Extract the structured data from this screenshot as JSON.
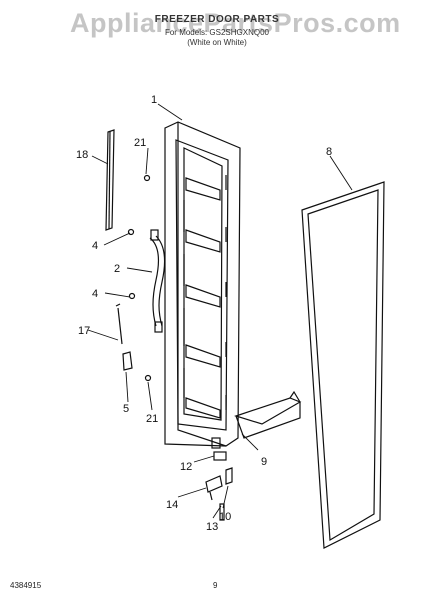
{
  "watermark": "AppliancePartsPros.com",
  "title": "FREEZER DOOR PARTS",
  "subtitle_model": "For Models: GS2SHGXNQ00",
  "subtitle_color": "(White on White)",
  "footer": {
    "code": "4384915",
    "page": "9"
  },
  "callouts": [
    {
      "id": "1",
      "label": "1"
    },
    {
      "id": "2",
      "label": "2"
    },
    {
      "id": "4a",
      "label": "4"
    },
    {
      "id": "4b",
      "label": "4"
    },
    {
      "id": "5",
      "label": "5"
    },
    {
      "id": "8",
      "label": "8"
    },
    {
      "id": "9",
      "label": "9"
    },
    {
      "id": "10",
      "label": "10"
    },
    {
      "id": "12",
      "label": "12"
    },
    {
      "id": "13",
      "label": "13"
    },
    {
      "id": "14",
      "label": "14"
    },
    {
      "id": "17",
      "label": "17"
    },
    {
      "id": "18",
      "label": "18"
    },
    {
      "id": "21a",
      "label": "21"
    },
    {
      "id": "21b",
      "label": "21"
    }
  ]
}
